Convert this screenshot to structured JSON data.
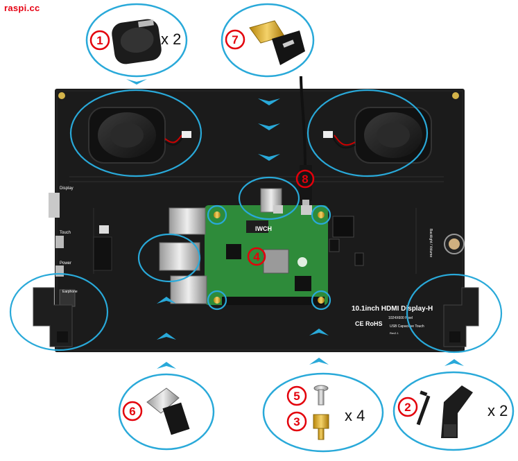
{
  "watermark": "raspi.cc",
  "colors": {
    "callout_ring": "#29a9d9",
    "badge_ring": "#e3000b",
    "board": "#1a1a1a",
    "pi_pcb": "#2e8b3a",
    "arrow": "#29a9d9"
  },
  "callouts": [
    {
      "number": "1",
      "multiplier": "x 2",
      "part_icon": "speaker-icon"
    },
    {
      "number": "7",
      "multiplier": "",
      "part_icon": "hdmi-adapter-icon"
    },
    {
      "number": "6",
      "multiplier": "",
      "part_icon": "usb-adapter-icon"
    },
    {
      "number": "5",
      "multiplier": "x 4",
      "part_icon": "screw-icon"
    },
    {
      "number": "3",
      "multiplier": "",
      "part_icon": "standoff-icon"
    },
    {
      "number": "2",
      "multiplier": "x 2",
      "part_icon": "stand-bracket-icon"
    }
  ],
  "board_badges": [
    {
      "number": "8",
      "part_icon": "cable-icon"
    },
    {
      "number": "4",
      "part_icon": "raspberry-pi-icon"
    }
  ],
  "board_labels": {
    "display_port": "Display",
    "touch_port": "Touch",
    "power_port": "Power",
    "earphone_port": "Earphone",
    "backlight": "Backlight / Volume",
    "product_title": "10.1inch HDMI Display-H",
    "resolution": "1024X600 Pixel",
    "touch_type": "USB Capacitive Touch",
    "revision": "Rev2.1",
    "certs": "CE RoHS",
    "pi_silk": "IWCH"
  }
}
